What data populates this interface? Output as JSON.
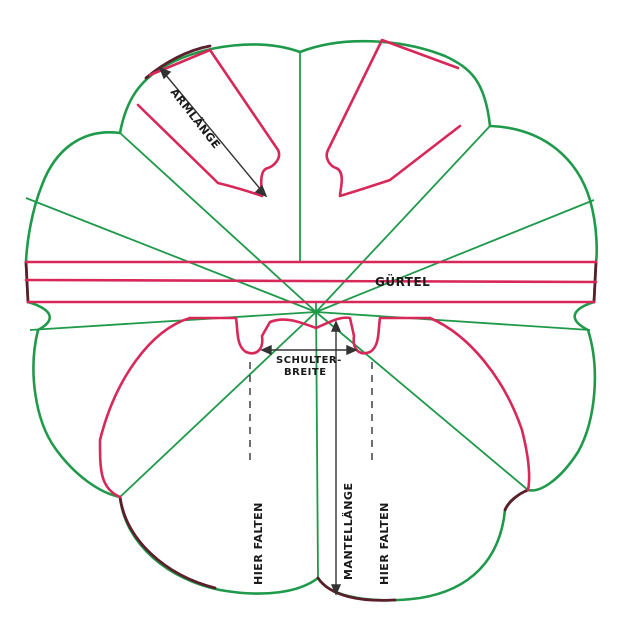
{
  "labels": {
    "armlaenge": "ARMLÄNGE",
    "guertel": "GÜRTEL",
    "schulter_line1": "SCHULTER-",
    "schulter_line2": "BREITE",
    "hier_falten_left": "HIER FALTEN",
    "mantellaenge": "MANTELLÄNGE",
    "hier_falten_right": "HIER FALTEN"
  },
  "colors": {
    "outline_green": "#1f9a4a",
    "cut_red": "#d8285a",
    "edge_dark": "#5a1f2a",
    "measure": "#333333"
  }
}
